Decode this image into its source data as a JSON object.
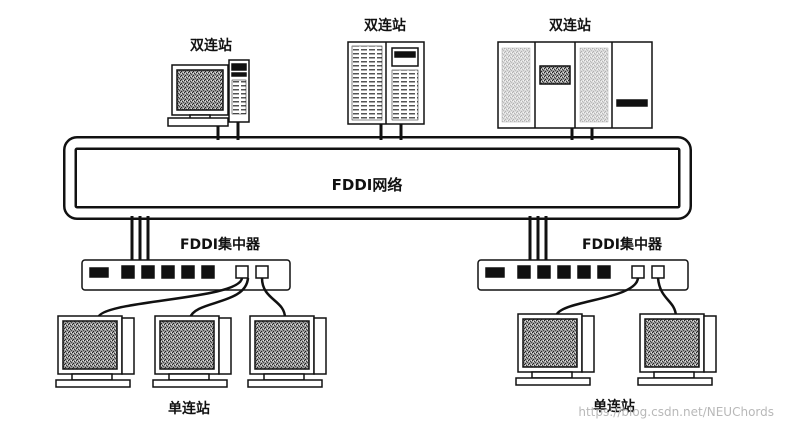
{
  "labels": {
    "dual_station_1": "双连站",
    "dual_station_2": "双连站",
    "dual_station_3": "双连站",
    "network": "FDDI网络",
    "concentrator_left": "FDDI集中器",
    "concentrator_right": "FDDI集中器",
    "single_station_left": "单连站",
    "single_station_right": "单连站"
  },
  "watermark": "https://blog.csdn.net/NEUChords",
  "colors": {
    "line": "#111111",
    "ring_fill": "#ffffff",
    "screen_noise": "#555555"
  }
}
